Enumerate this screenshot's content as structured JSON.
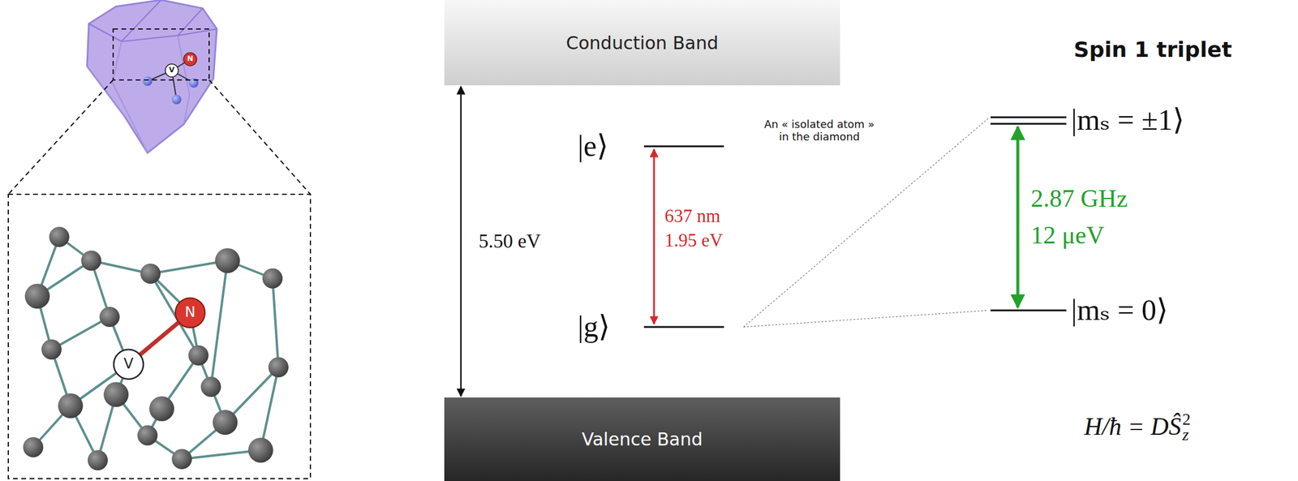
{
  "diagram": {
    "nodes": [
      {
        "text": [
          "Conduction Band"
        ]
      },
      {
        "text": [
          "Valence Band"
        ]
      }
    ],
    "edges": [
      {
        "from": 0,
        "to": 1,
        "arrow": "both",
        "label": "5.50 eV"
      }
    ],
    "labels": [
      "N",
      "V",
      "V",
      "N",
      "|e⟩",
      "|g⟩",
      "637 nm",
      "1.95 eV",
      "An « isolated atom » in the diamond",
      "Spin 1 triplet",
      "|mₛ = ±1⟩",
      "2.87 GHz",
      "12 μeV",
      "|mₛ = 0⟩",
      "H/ħ = DŜ",
      "2",
      "z"
    ]
  }
}
